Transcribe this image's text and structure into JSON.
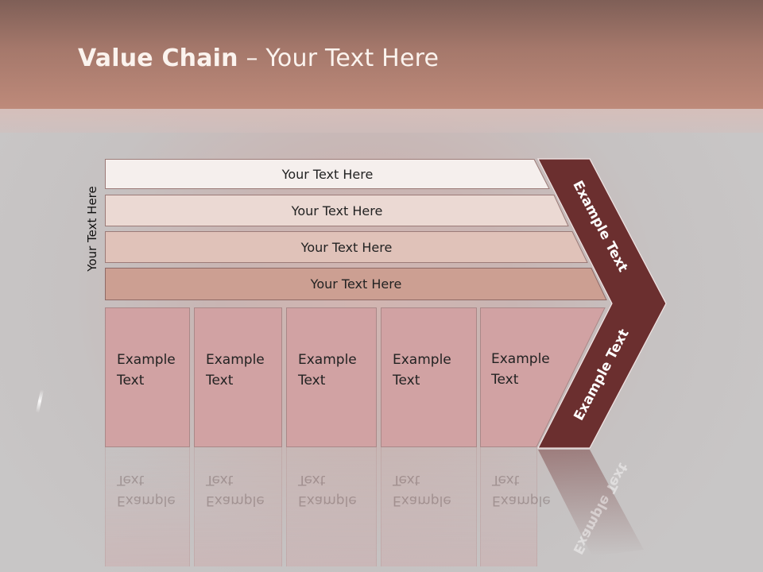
{
  "slide": {
    "title_bold": "Value Chain",
    "title_rest": " – Your Text Here",
    "side_label": "Your Text Here"
  },
  "rows": [
    {
      "label": "Your Text Here",
      "fill": "#f5efed"
    },
    {
      "label": "Your Text Here",
      "fill": "#ebd9d3"
    },
    {
      "label": "Your Text Here",
      "fill": "#e0c2b9"
    },
    {
      "label": "Your Text Here",
      "fill": "#cc9f92"
    }
  ],
  "cells": [
    {
      "line1": "Example",
      "line2": "Text"
    },
    {
      "line1": "Example",
      "line2": "Text"
    },
    {
      "line1": "Example",
      "line2": "Text"
    },
    {
      "line1": "Example",
      "line2": "Text"
    },
    {
      "line1": "Example",
      "line2": "Text"
    }
  ],
  "chevron": {
    "top_label": "Example Text",
    "bottom_label": "Example Text",
    "color": "#6b2f2f"
  }
}
